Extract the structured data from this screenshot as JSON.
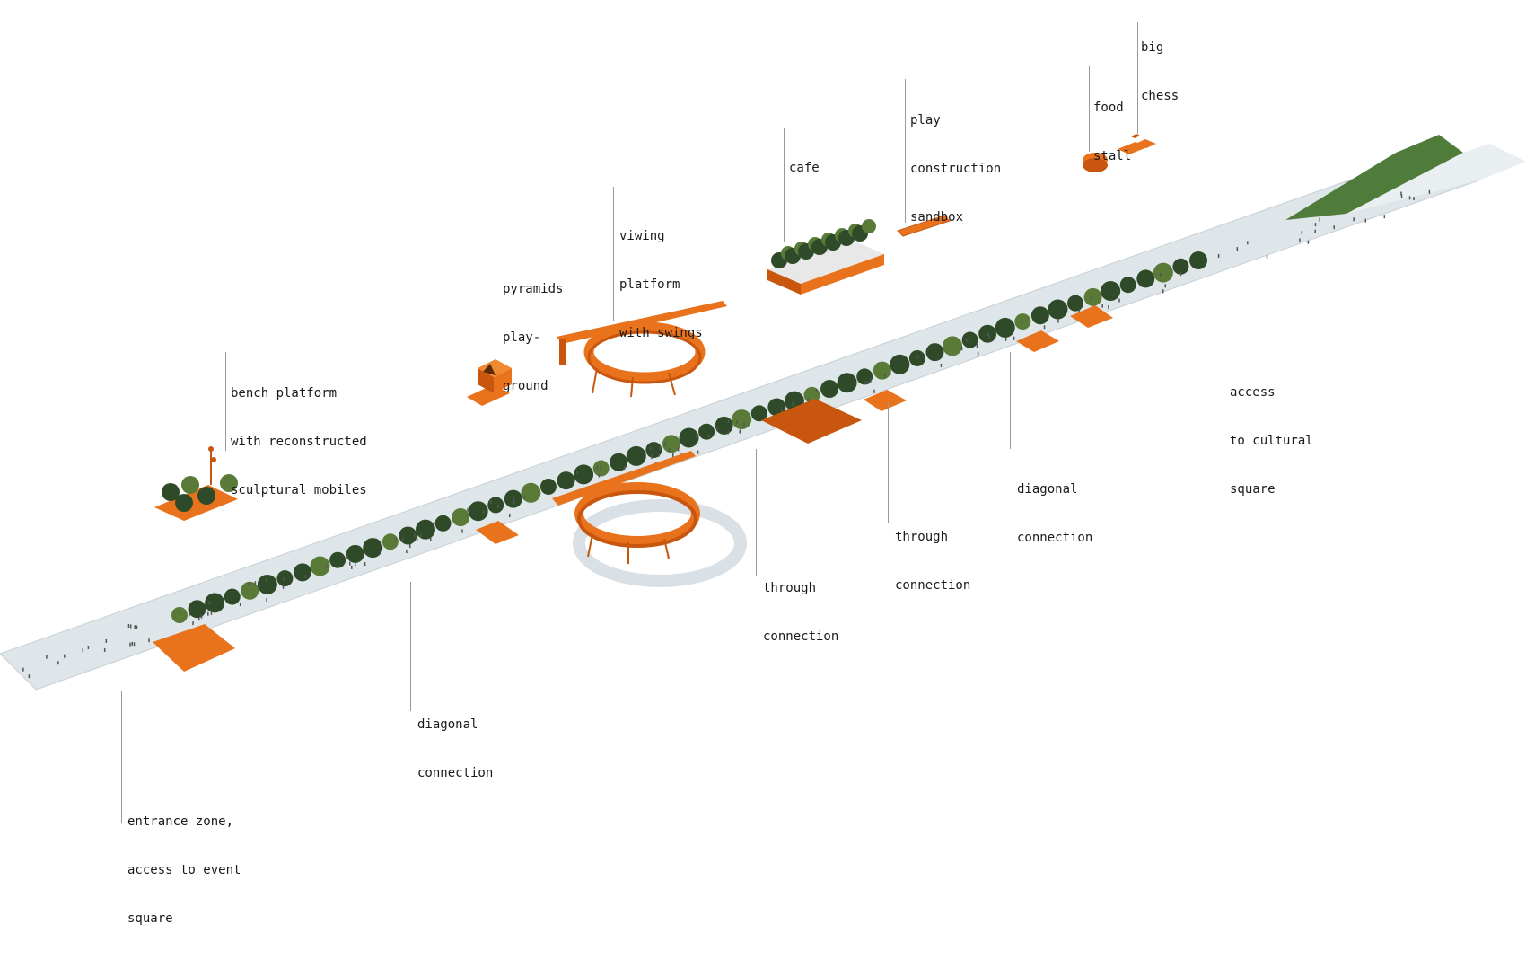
{
  "labels": {
    "big_chess": [
      "big",
      "chess"
    ],
    "food_stall": [
      "food",
      "stall"
    ],
    "play_sandbox": [
      "play",
      "construction",
      "sandbox"
    ],
    "cafe": [
      "cafe"
    ],
    "viewing_platform": [
      "viwing",
      "platform",
      "with swings"
    ],
    "pyramids_playground": [
      "pyramids",
      "play-",
      "ground"
    ],
    "bench_platform": [
      "bench platform",
      "with reconstructed",
      "sculptural mobiles"
    ],
    "access_cultural": [
      "access",
      "to cultural",
      "square"
    ],
    "diagonal_connection_right": [
      "diagonal",
      "connection"
    ],
    "through_connection_right": [
      "through",
      "connection"
    ],
    "through_connection_center": [
      "through",
      "connection"
    ],
    "diagonal_connection_left": [
      "diagonal",
      "connection"
    ],
    "entrance_zone": [
      "entrance zone,",
      "access to event",
      "square"
    ]
  },
  "colors": {
    "accent_orange": "#e8731c",
    "accent_orange_dark": "#c8560e",
    "paving": "#dfe6ea",
    "paving_edge": "#c7d0d6",
    "tree_dark": "#2f4a28",
    "tree_light": "#5a7a38",
    "lawn": "#4f7c3a",
    "leader_line": "#9a9a9a"
  }
}
